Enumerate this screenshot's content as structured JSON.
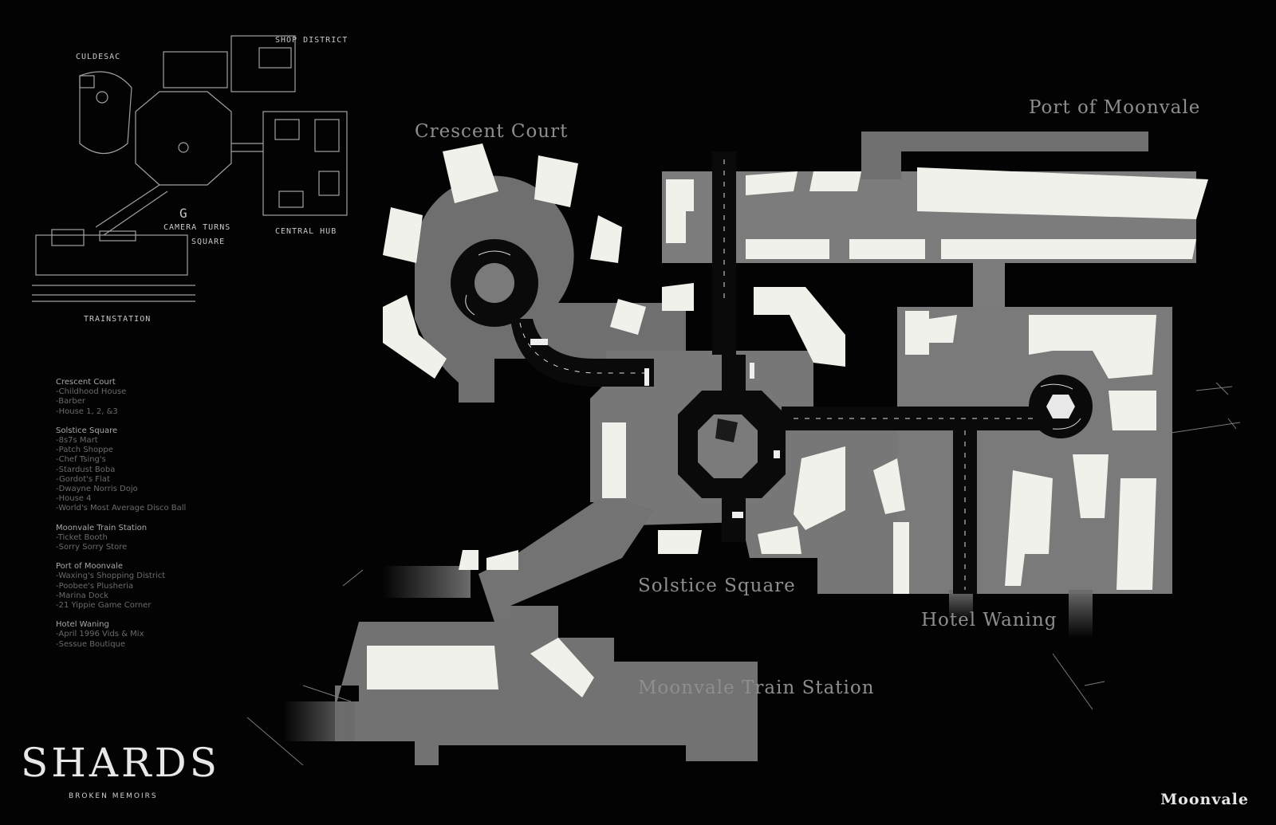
{
  "labels": {
    "crescent_court": "Crescent Court",
    "port_of_moonvale": "Port of Moonvale",
    "solstice_square": "Solstice Square",
    "hotel_waning": "Hotel Waning",
    "train_station": "Moonvale Train Station"
  },
  "sketch_labels": {
    "culdesac": "CULDESAC",
    "shop_district": "SHOP DISTRICT",
    "camera_turns": "CAMERA TURNS",
    "square": "SQUARE",
    "central_hub": "CENTRAL HUB",
    "train_station": "TRAINSTATION",
    "g_mark": "G"
  },
  "legend": [
    {
      "title": "Crescent Court",
      "items": [
        "-Childhood House",
        "-Barber",
        "-House 1, 2, &3"
      ]
    },
    {
      "title": "Solstice Square",
      "items": [
        "-8s7s Mart",
        "-Patch Shoppe",
        "-Chef Tsing's",
        "-Stardust Boba",
        "-Gordot's Flat",
        "-Dwayne Norris Dojo",
        "-House 4",
        "-World's Most Average Disco Ball"
      ]
    },
    {
      "title": "Moonvale Train Station",
      "items": [
        "-Ticket Booth",
        "-Sorry Sorry Store"
      ]
    },
    {
      "title": "Port of Moonvale",
      "items": [
        "-Waxing's Shopping District",
        "-Poobee's Plusheria",
        "-Marina Dock",
        "-21 Yippie Game Corner"
      ]
    },
    {
      "title": "Hotel Waning",
      "items": [
        "-April 1996 Vids & Mix",
        "-Sessue Boutique"
      ]
    }
  ],
  "logo": {
    "title": "SHARDS",
    "subtitle": "BROKEN MEMOIRS"
  },
  "city_name": "Moonvale"
}
